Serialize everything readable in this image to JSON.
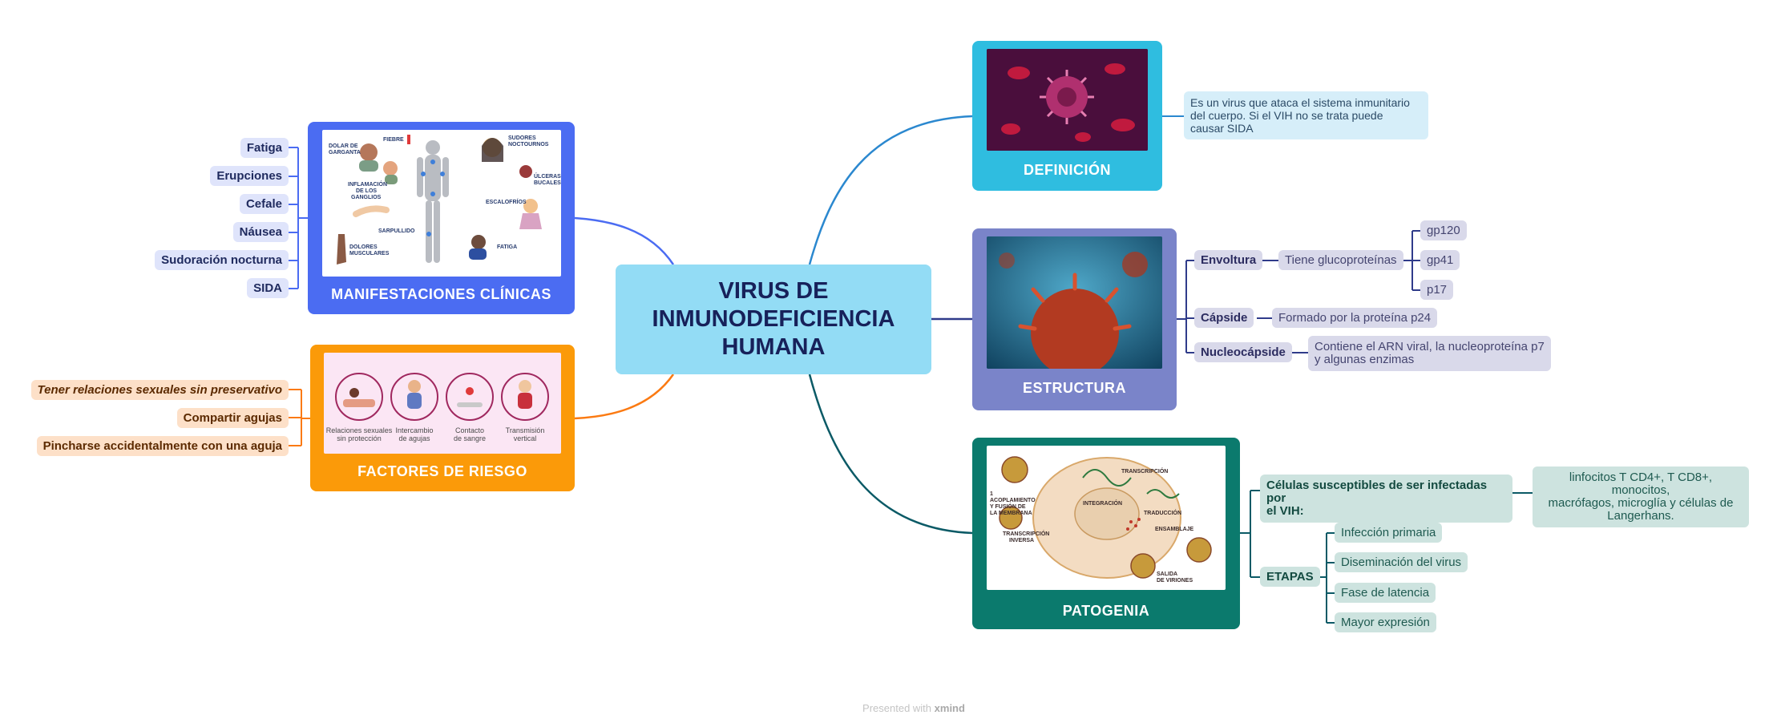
{
  "central": {
    "title": "VIRUS DE\nINMUNODEFICIENCIA\nHUMANA"
  },
  "branches": {
    "manifestaciones": {
      "title": "MANIFESTACIONES CLÍNICAS",
      "color": "#4b6cf2",
      "items": [
        "Fatiga",
        "Erupciones",
        "Cefale",
        "Náusea",
        "Sudoración nocturna",
        "SIDA"
      ],
      "image_labels": [
        "DOLAR DE GARGANTA",
        "FIEBRE",
        "SUDORES NOCTOURNOS",
        "INFLAMACIÓN DE LOS GANGLIOS",
        "ÚLCERAS BUCALES",
        "ESCALOFRÍOS",
        "SARPULLIDO",
        "DOLORES MUSCULARES",
        "FATIGA"
      ]
    },
    "riesgo": {
      "title": "FACTORES DE RIESGO",
      "color": "#fb9a09",
      "items": [
        "Tener relaciones sexuales sin preservativo",
        "Compartir agujas",
        "Pincharse accidentalmente con una aguja"
      ],
      "image_labels": [
        "Relaciones sexuales\nsin protección",
        "Intercambio\nde agujas",
        "Contacto\nde sangre",
        "Transmisión\nvertical"
      ]
    },
    "definicion": {
      "title": "DEFINICIÓN",
      "color": "#2fbde0",
      "text": "Es un virus que ataca el sistema inmunitario\ndel cuerpo. Si el VIH no se trata puede\ncausar SIDA"
    },
    "estructura": {
      "title": "ESTRUCTURA",
      "color": "#7a84c9",
      "envoltura": {
        "label": "Envoltura",
        "child": "Tiene glucoproteínas",
        "proteins": [
          "gp120",
          "gp41",
          "p17"
        ]
      },
      "capside": {
        "label": "Cápside",
        "child": "Formado por la proteína p24"
      },
      "nucleocapside": {
        "label": "Nucleocápside",
        "child": "Contiene el ARN viral,  la nucleoproteína p7\ny algunas enzimas"
      }
    },
    "patogenia": {
      "title": "PATOGENIA",
      "color": "#0b7a6d",
      "celulas": {
        "label": "Células susceptibles de ser infectadas por\n el VIH:",
        "child": "linfocitos T CD4+, T CD8+,  monocitos,\nmacrófagos, microglía y células  de\nLangerhans."
      },
      "etapas": {
        "label": "ETAPAS",
        "items": [
          "Infección primaria",
          "Diseminación del virus",
          "Fase de latencia",
          "Mayor expresión"
        ]
      },
      "image_labels": [
        "1\nACOPLAMIENTO\nY FUSIÓN DE\nLA MEMBRANA",
        "TRANSCRIPCIÓN\nINVERSA",
        "INTEGRACIÓN",
        "TRANSCRIPCIÓN",
        "TRADUCCIÓN",
        "ENSAMBLAJE",
        "SALIDA\nDE VIRIONES"
      ]
    }
  },
  "footer": {
    "prefix": "Presented with",
    "brand": "xmind"
  }
}
